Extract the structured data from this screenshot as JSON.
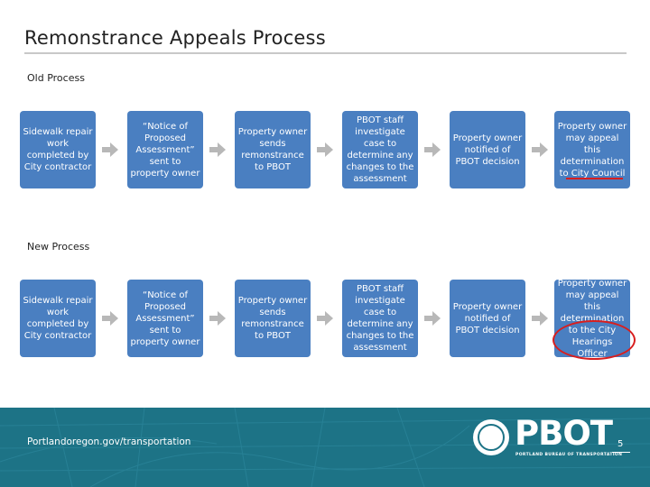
{
  "title": "Remonstrance Appeals Process",
  "old_process": {
    "label": "Old Process",
    "steps": [
      "Sidewalk repair work completed by City contractor",
      "“Notice of Proposed Assessment” sent to property owner",
      "Property owner sends remonstrance to PBOT",
      "PBOT staff investigate case to determine any changes to the assessment",
      "Property owner notified of PBOT decision",
      "Property owner may appeal this determination to City Council"
    ]
  },
  "new_process": {
    "label": "New Process",
    "steps": [
      "Sidewalk repair work completed by City contractor",
      "“Notice of Proposed Assessment” sent to property owner",
      "Property owner sends remonstrance to PBOT",
      "PBOT staff investigate case to determine any changes to the assessment",
      "Property owner notified of PBOT decision",
      "Property owner may appeal this determination to the City Hearings Officer"
    ]
  },
  "footer": {
    "url": "Portlandoregon.gov/transportation",
    "logo": "PBOT",
    "logo_sub": "PORTLAND BUREAU OF TRANSPORTATION",
    "page_number": "5"
  },
  "colors": {
    "box": "#4a7fc1",
    "arrow": "#b8b8b8",
    "footer": "#1d7386",
    "highlight": "#d81e1e"
  }
}
